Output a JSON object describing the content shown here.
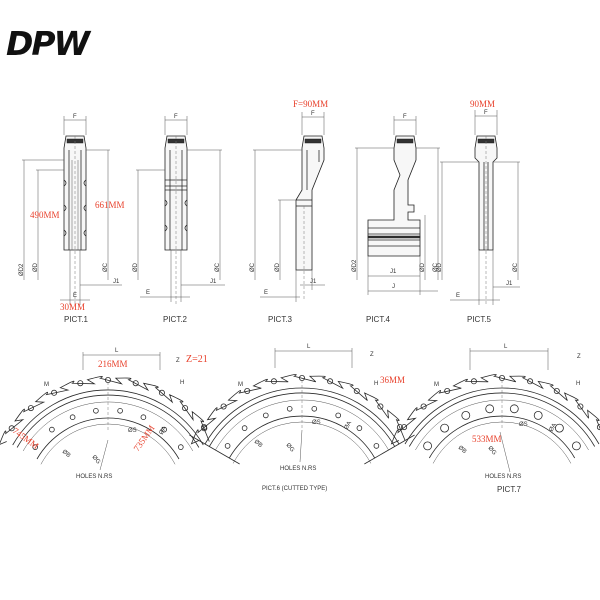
{
  "brand": {
    "logo_text": "DPW"
  },
  "side_views": [
    {
      "caption": "PICT.1",
      "labels": {
        "f": "F",
        "d2": "ØD2",
        "d": "ØD",
        "c": "ØC",
        "e": "E",
        "j1": "J1"
      },
      "measurements": {
        "height_a": "490MM",
        "height_b": "661MM",
        "width": "30MM"
      }
    },
    {
      "caption": "PICT.2",
      "labels": {
        "f": "F",
        "d": "ØD",
        "c": "ØC",
        "e": "E",
        "j1": "J1"
      }
    },
    {
      "caption": "PICT.3",
      "labels": {
        "f": "F",
        "c": "ØC",
        "d": "ØD",
        "e": "E",
        "j1": "J1"
      },
      "measurements": {
        "flange": "F=90MM"
      }
    },
    {
      "caption": "PICT.4",
      "labels": {
        "f": "F",
        "d2": "ØD2",
        "d": "ØD",
        "c": "ØC",
        "j1": "J1",
        "j": "J"
      }
    },
    {
      "caption": "PICT.5",
      "labels": {
        "f": "F",
        "d": "ØD",
        "c": "ØC",
        "e": "E",
        "j1": "J1"
      },
      "measurements": {
        "flange": "90MM"
      }
    }
  ],
  "front_views": [
    {
      "caption": "",
      "labels": {
        "l": "L",
        "z": "Z",
        "h": "H",
        "m": "M",
        "s": "ØS",
        "a": "ØA",
        "b": "ØB",
        "g": "ØG",
        "holes": "HOLES N.RS"
      },
      "measurements": {
        "pitch": "216MM",
        "teeth": "Z=21",
        "outer": "745MM",
        "inner": "735MM"
      }
    },
    {
      "caption": "PICT.6 (CUTTED TYPE)",
      "labels": {
        "l": "L",
        "z": "Z",
        "h": "H",
        "m": "M",
        "s": "ØS",
        "a": "ØA",
        "b": "ØB",
        "g": "ØG",
        "holes": "HOLES N.RS"
      },
      "measurements": {
        "tooth": "36MM"
      }
    },
    {
      "caption": "PICT.7",
      "labels": {
        "l": "L",
        "z": "Z",
        "h": "H",
        "m": "M",
        "s": "ØS",
        "a": "ØA",
        "b": "ØB",
        "g": "ØG",
        "holes": "HOLES N.RS"
      },
      "measurements": {
        "bore": "533MM"
      }
    }
  ]
}
